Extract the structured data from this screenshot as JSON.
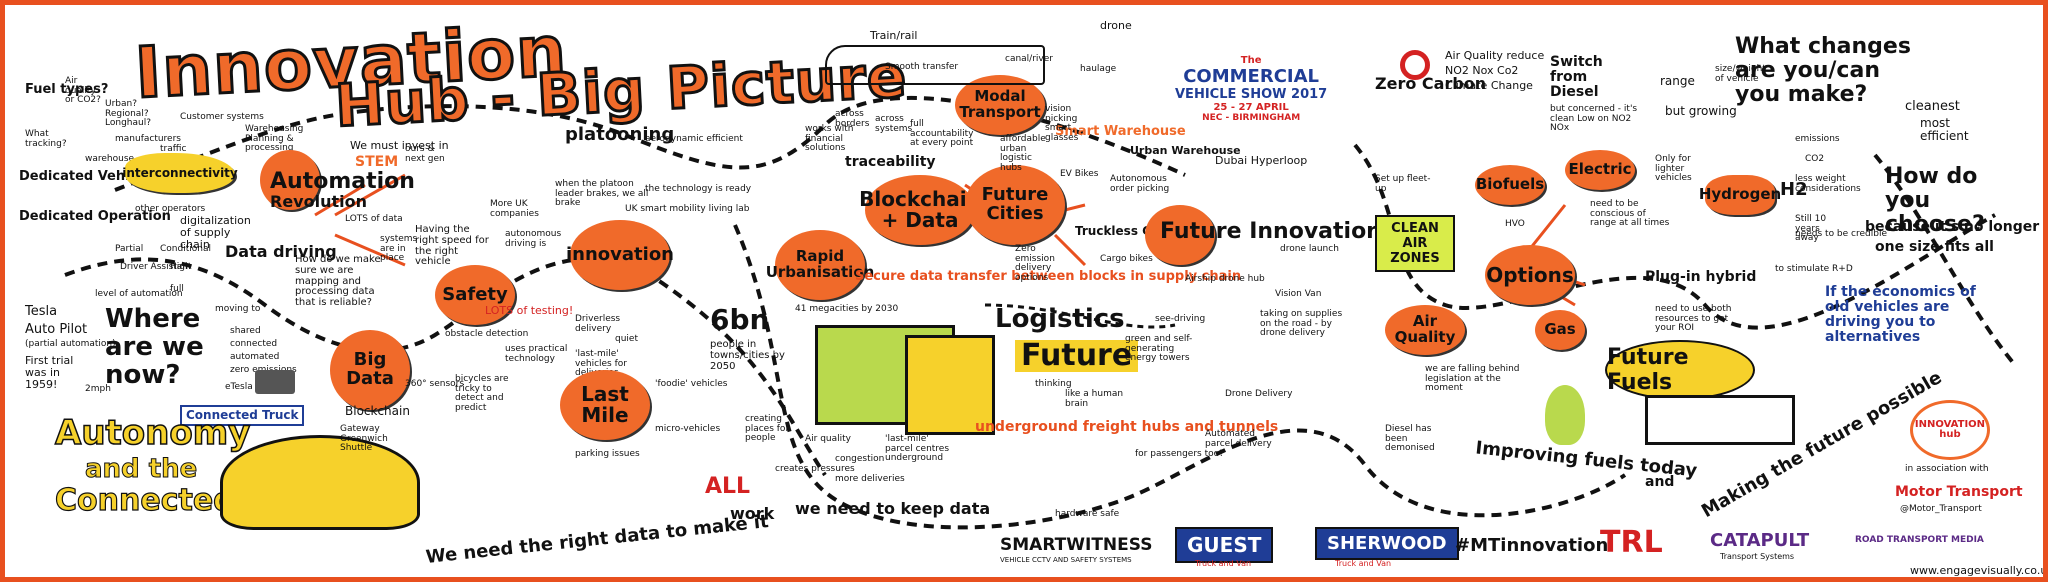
{
  "header": {
    "title_line1": "Innovation",
    "title_line2": "Hub - Big Picture"
  },
  "show": {
    "the": "The",
    "name1": "COMMERCIAL",
    "name2": "VEHICLE SHOW 2017",
    "dates": "25 - 27 APRIL",
    "venue": "NEC - BIRMINGHAM"
  },
  "left": {
    "fuel_types": "Fuel types?",
    "air_quality_q": "Air quality or CO2?",
    "urban_longhaul": "Urban? Regional? Longhaul?",
    "what_tracking": "What tracking?",
    "dedicated_vehicle": "Dedicated Vehicle",
    "dedicated_operation": "Dedicated Operation",
    "interconnectivity": "interconnectivity",
    "other_operators": "other operators",
    "traffic": "traffic",
    "warehouse": "warehouse",
    "customer_systems": "Customer systems",
    "manufacturers": "manufacturers",
    "warehousing": "Warehousing Planning & processing",
    "automation": "Automation",
    "revolution": "Revolution",
    "digitalization": "digitalization of supply chain",
    "data_driving": "Data driving",
    "partial": "Partial",
    "conditional": "Conditional",
    "high": "High",
    "driver_assistant": "Driver Assistant",
    "full": "full",
    "level_of_automation": "level of automation",
    "where_are_we_now": "Where are we now?",
    "tesla": "Tesla",
    "autopilot": "Auto Pilot",
    "partial_auto": "(partial automation)",
    "first_trial": "First trial was in 1959!",
    "moving_to": "moving to",
    "shared": "shared",
    "connected": "connected",
    "automated": "automated",
    "zero_emissions": "zero emissions",
    "how_do_we": "How do we make sure we are mapping and processing data that is reliable?",
    "lots_of_data": "LOTS of data",
    "big_data": "Big Data",
    "connected_truck": "Connected Truck",
    "autonomy": "Autonomy",
    "and_the": "and the",
    "connected_vehicle": "Connected Vehicle",
    "speed_mph": "2mph",
    "tesla_model": "eTesla model s"
  },
  "middle_left": {
    "we_must_invest": "We must invest in",
    "stem": "STEM",
    "ours_next_gen": "ours & next gen",
    "platooning": "platooning",
    "aerodynamic": "aerodynamic efficient",
    "when_front_brakes": "when the platoon leader brakes, we all brake",
    "tech_ready": "the technology is ready",
    "uk_smart": "UK smart mobility living lab",
    "more_uk": "More UK companies",
    "autonomous_driving": "autonomous driving is",
    "innovation": "innovation",
    "safety": "Safety",
    "right_speed": "Having the right speed for the right vehicle",
    "lots_testing": "LOTS of testing!",
    "systems_in_place": "systems are in place",
    "last_mile": "Last Mile",
    "last_mile_vehicles": "'last-mile' vehicles for deliveries",
    "quiet": "quiet",
    "blockchain": "Blockchain",
    "gateway": "Gateway Greenwich Shuttle",
    "obstacle": "obstacle detection",
    "sensors": "360° sensors",
    "bicycles": "bicycles are tricky to detect and predict",
    "uses_practical": "uses practical technology",
    "driverless_deliveries": "Driverless delivery",
    "foodie": "'foodie' vehicles",
    "micro_vehicles": "micro-vehicles",
    "parking": "parking issues",
    "we_need_right_data": "We need the right data to make it",
    "all": "ALL",
    "work": "work",
    "keep_safe": "we need to keep data",
    "hardware_safe": "hardware safe"
  },
  "center": {
    "train_rail": "Train/rail",
    "drone": "drone",
    "canal": "canal/river",
    "haulage": "haulage",
    "smooth_transfer": "Smooth transfer",
    "modal_transport": "Modal Transport",
    "works_financial": "works with financial solutions",
    "across_borders": "across borders",
    "across_systems": "across systems",
    "full_accountability": "full accountability at every point",
    "traceability": "traceability",
    "blockchain_data": "Blockchain + Data",
    "rapid_urbanisation": "Rapid Urbanisation",
    "population": "6bn",
    "people_towns": "people in towns/cities by 2050",
    "megacities": "41 megacities by 2030",
    "creating_places": "creating places for people",
    "creates_pressure": "creates pressures",
    "more_deliveries": "more deliveries",
    "congestion": "congestion",
    "air_quality": "Air quality",
    "secure_data": "Secure data transfer between blocks in supply chain",
    "logistics_future": "Logistics",
    "future": "Future",
    "thinking": "thinking",
    "like_human": "like a human brain",
    "last_mile_parcel": "'last-mile' parcel centres underground",
    "underground": "underground freight hubs and tunnels",
    "for_passengers": "for passengers too?",
    "green_self": "green and self-generating energy towers",
    "future_cities": "Future Cities",
    "smart_warehouse": "Smart Warehouse",
    "affordable": "affordable urban logistic hubs",
    "vision_picking": "vision picking smart glasses",
    "truckless": "Truckless Cities",
    "ev_bikes": "EV Bikes",
    "zero_emission_delivery": "Zero emission delivery options",
    "cargo_bikes": "Cargo bikes",
    "autonomous_order": "Autonomous order picking",
    "urban_warehouse": "Urban Warehouse",
    "dubai": "Dubai Hyperloop",
    "future_innovations": "Future Innovations",
    "drone_launch": "drone launch",
    "vision_van": "Vision Van",
    "taking_on": "taking on supplies on the road - by drone delivery",
    "drone_delivery": "Drone Delivery",
    "automated_parcel": "Automated parcel delivery",
    "airship": "Airship drone hub",
    "see_driving": "see-driving"
  },
  "right": {
    "zero_carbon": "Zero Carbon",
    "air_quality_reduce": "Air Quality reduce",
    "nox": "NO2 Nox Co2",
    "climate": "Climate Change",
    "switch": "Switch from Diesel",
    "but_concerned": "but concerned - it's clean Low on NO2 NOx",
    "range": "range",
    "size_weight": "size/weight of vehicle",
    "but_growing": "but growing",
    "set_up_fleet": "Set up fleet-up",
    "biofuels": "Biofuels",
    "hvo": "HVO",
    "electric": "Electric",
    "only_lighter": "Only for lighter vehicles",
    "need_conscious": "need to be conscious of range at all times",
    "hydrogen": "Hydrogen",
    "h2": "H2",
    "ten_years": "Still 10 years away",
    "options": "Options",
    "plug_hybrid": "Plug-in hybrid",
    "gas": "Gas",
    "clean_air_zones": "CLEAN AIR ZONES",
    "aq_label": "Air Quality",
    "falling_behind": "we are falling behind legislation at the moment",
    "need_both": "need to use both resources to get your ROI",
    "future_fuels": "Future Fuels",
    "economics": "If the economics of old vehicles are driving you to alternatives",
    "improving": "Improving fuels today",
    "and": "and",
    "making_future": "Making the future possible",
    "diesel": "Diesel has been demonised",
    "what_changes": "What changes are you/can you make?",
    "cleanest": "cleanest",
    "most_efficient": "most efficient",
    "how_do_you": "How do you choose?",
    "because": "because it's no longer",
    "one_size": "one size fits all",
    "emissions": "emissions",
    "co2": "CO2",
    "uk_weight": "less weight considerations",
    "needs_cred": "needs to be credible",
    "stimulate": "to stimulate R+D",
    "innovation_hub": "INNOVATION hub",
    "in_association": "in association with",
    "motor_transport": "Motor Transport",
    "twitter": "@Motor_Transport"
  },
  "sponsors": {
    "smartwitness": "SMARTWITNESS",
    "smartwitness_sub": "VEHICLE CCTV AND SAFETY SYSTEMS",
    "guest": "GUEST",
    "guest_sub": "Truck and Van",
    "sherwood": "SHERWOOD",
    "sherwood_sub": "Truck and Van",
    "hashtag": "#MTinnovation",
    "trl": "TRL",
    "catapult": "CATAPULT",
    "catapult_sub": "Transport Systems",
    "roadtransport": "ROAD TRANSPORT MEDIA",
    "url": "www.engagevisually.co.uk"
  },
  "colors": {
    "orange": "#f06a2a",
    "border": "#e8501f",
    "yellow": "#f6d12b",
    "lime": "#d9ec4a",
    "navy": "#1f3d96",
    "red": "#d42222"
  }
}
